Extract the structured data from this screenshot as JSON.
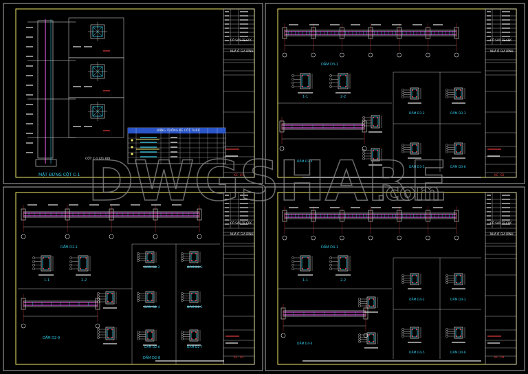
{
  "watermark": {
    "text": "DWGSHARE",
    "suffix": ".com"
  },
  "colors": {
    "frame": "#d9d9d9",
    "border": "#f2ea6a",
    "cyan": "#32c8e8",
    "magenta": "#d24fd2",
    "red": "#e03a3a",
    "yellow": "#f2ea6a",
    "white": "#e6e6e6",
    "green": "#37c837",
    "table_blue": "#2a56c8",
    "watermark": "#7a7a7a"
  },
  "title_block": {
    "project": "CỐ SÁO TE CDC",
    "owner": "NHÀ Ở GIA ĐÌNH"
  },
  "sheets": [
    {
      "id": "sheet-1",
      "sheet_no": "KC- 01",
      "labels": {
        "elevation": "MẶT ĐỨNG CỘT C-1",
        "section_group": "CỘT C-1 (21 60)",
        "table_title": "BẢNG THỐNG KÊ CỐT THÉP"
      }
    },
    {
      "id": "sheet-2",
      "sheet_no": "KC- 02",
      "labels": {
        "d1": "DẦM D3-1",
        "sec11": "1-1",
        "sec22": "2-2",
        "d2": "DẦM D3-2",
        "d3": "DẦM D3-3",
        "d4": "DẦM D3-4",
        "d5": "DẦM D3-5",
        "d6": "DẦM D3-6"
      }
    },
    {
      "id": "sheet-3",
      "sheet_no": "KC- 03",
      "labels": {
        "d1": "DẦM D2-1",
        "sec11": "1-1",
        "sec22": "2-2",
        "d2": "DẦM D2-2",
        "d3": "DẦM D2-3",
        "d4": "DẦM D2-4",
        "d5": "DẦM D2-5",
        "d6": "DẦM D2-6",
        "d7": "DẦM D2-7",
        "d8": "DẦM D2-8",
        "d9": "DẦM D2-9"
      }
    },
    {
      "id": "sheet-4",
      "sheet_no": "KC- 04",
      "labels": {
        "d1": "DẦM D4-1",
        "sec11": "1-1",
        "sec22": "2-2",
        "d2": "DẦM D4-2",
        "d3": "DẦM D4-3",
        "d4": "DẦM D4-4",
        "d5": "DẦM D4-5",
        "d6": "DẦM D4-6"
      }
    }
  ]
}
